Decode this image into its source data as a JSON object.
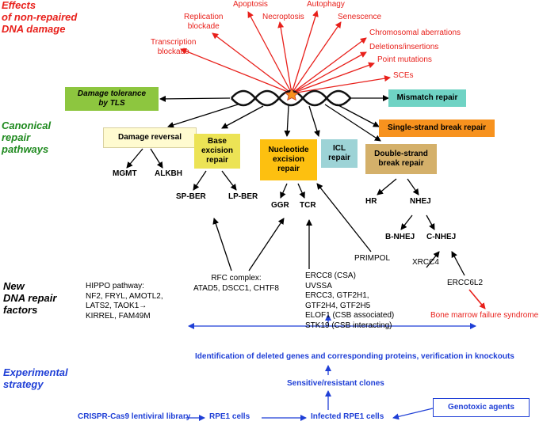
{
  "sections": {
    "effects": "Effects\nof non-repaired\nDNA damage",
    "canonical": "Canonical\nrepair\npathways",
    "new_factors": "New\nDNA repair\nfactors",
    "experimental": "Experimental\nstrategy"
  },
  "effects": [
    {
      "id": "apoptosis",
      "label": "Apoptosis"
    },
    {
      "id": "autophagy",
      "label": "Autophagy"
    },
    {
      "id": "replication",
      "label": "Replication\nblockade"
    },
    {
      "id": "necroptosis",
      "label": "Necroptosis"
    },
    {
      "id": "senescence",
      "label": "Senescence"
    },
    {
      "id": "chromosomal",
      "label": "Chromosomal aberrations"
    },
    {
      "id": "transcription",
      "label": "Transcription\nblockade"
    },
    {
      "id": "deletions",
      "label": "Deletions/insertions"
    },
    {
      "id": "point",
      "label": "Point mutations"
    },
    {
      "id": "sces",
      "label": "SCEs"
    }
  ],
  "pathways": {
    "tls": "Damage tolerance\nby TLS",
    "mismatch": "Mismatch repair",
    "ssb": "Single-strand break repair",
    "reversal": "Damage reversal",
    "ber": "Base\nexcision\nrepair",
    "ner": "Nucleotide\nexcision\nrepair",
    "icl": "ICL\nrepair",
    "dsb": "Double-strand\nbreak repair"
  },
  "subpathways": {
    "mgmt": "MGMT",
    "alkbh": "ALKBH",
    "spber": "SP-BER",
    "lpber": "LP-BER",
    "ggr": "GGR",
    "tcr": "TCR",
    "hr": "HR",
    "nhej": "NHEJ",
    "bnhej": "B-NHEJ",
    "cnhej": "C-NHEJ"
  },
  "factors": {
    "hippo": "HIPPO pathway:\nNF2, FRYL, AMOTL2,\nLATS2, TAOK1→\nKIRREL, FAM49M",
    "rfc": "RFC complex:\nATAD5, DSCC1, CHTF8",
    "tcr_factors": "ERCC8 (CSA)\nUVSSA\nERCC3, GTF2H1,\nGTF2H4, GTF2H5\nELOF1 (CSB associated)\nSTK19 (CSB interacting)",
    "primpol": "PRIMPOL",
    "xrcc4": "XRCC4",
    "ercc6l2": "ERCC6L2",
    "bmf": "Bone marrow failure syndrome"
  },
  "strategy": {
    "identification": "Identification of deleted genes and corresponding proteins, verification in knockouts",
    "clones": "Sensitive/resistant clones",
    "library": "CRISPR-Cas9 lentiviral library",
    "rpe1": "RPE1 cells",
    "infected": "Infected RPE1 cells",
    "genotoxic": "Genotoxic agents"
  },
  "colors": {
    "red": "#e8201b",
    "green_text": "#1f8a1f",
    "blue": "#1f3fd6",
    "tls": "#8dc63f",
    "mismatch": "#6fd3c4",
    "ssb": "#f7921e",
    "reversal": "#fffbd0",
    "ber": "#ece355",
    "ner": "#fdc010",
    "icl": "#9dd3d6",
    "dsb": "#d4b06a"
  }
}
